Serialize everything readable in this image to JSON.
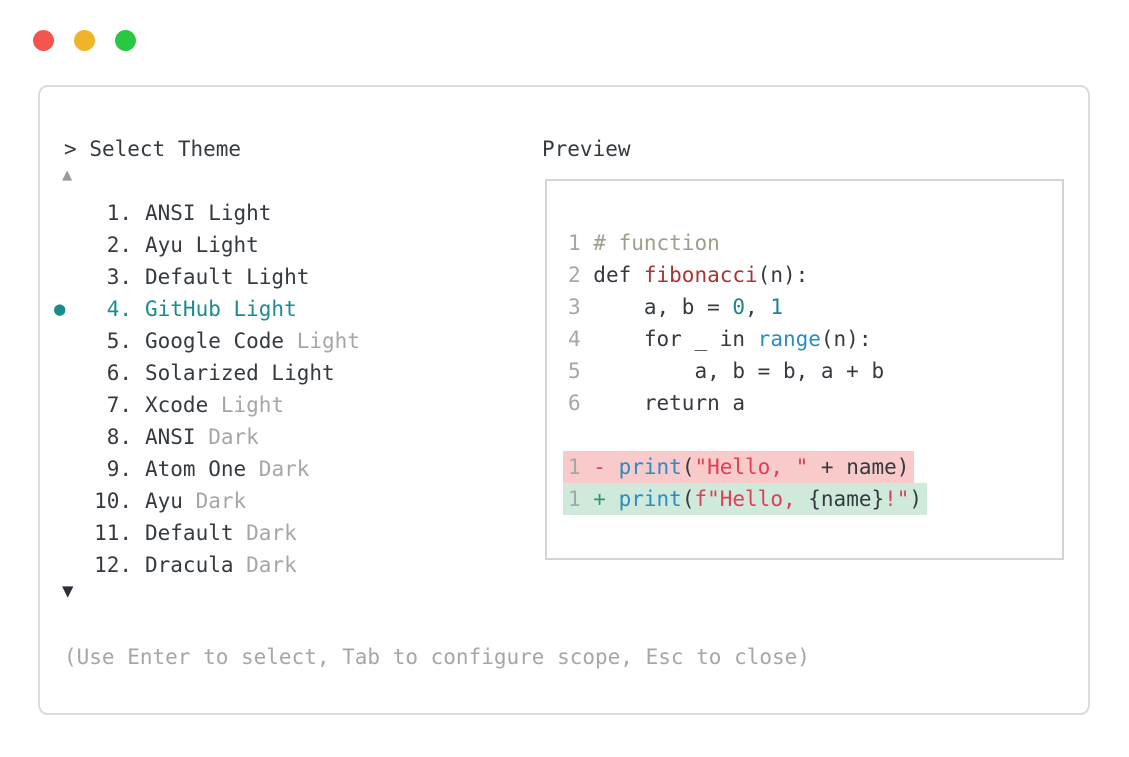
{
  "traffic_lights": {
    "close_color": "#f2564d",
    "minimize_color": "#f0b429",
    "zoom_color": "#28c840"
  },
  "prompt": {
    "symbol": ">",
    "title": "Select Theme"
  },
  "preview": {
    "label": "Preview"
  },
  "theme_list": {
    "scroll_up_icon": "▲",
    "scroll_down_icon": "▼",
    "selected_number": "4.",
    "bullet_icon": "●",
    "items": [
      {
        "number": "1.",
        "name": "ANSI Light",
        "dim": "",
        "selected": false
      },
      {
        "number": "2.",
        "name": "Ayu Light",
        "dim": "",
        "selected": false
      },
      {
        "number": "3.",
        "name": "Default Light",
        "dim": "",
        "selected": false
      },
      {
        "number": "4.",
        "name": "GitHub Light",
        "dim": "",
        "selected": true
      },
      {
        "number": "5.",
        "name": "Google Code",
        "dim": "Light",
        "selected": false
      },
      {
        "number": "6.",
        "name": "Solarized Light",
        "dim": "",
        "selected": false
      },
      {
        "number": "7.",
        "name": "Xcode",
        "dim": "Light",
        "selected": false
      },
      {
        "number": "8.",
        "name": "ANSI",
        "dim": "Dark",
        "selected": false
      },
      {
        "number": "9.",
        "name": "Atom One",
        "dim": "Dark",
        "selected": false
      },
      {
        "number": "10.",
        "name": "Ayu",
        "dim": "Dark",
        "selected": false
      },
      {
        "number": "11.",
        "name": "Default",
        "dim": "Dark",
        "selected": false
      },
      {
        "number": "12.",
        "name": "Dracula",
        "dim": "Dark",
        "selected": false
      }
    ]
  },
  "preview_code": {
    "lines": [
      {
        "no": "1",
        "segments": [
          {
            "t": "# function",
            "c": "comment"
          }
        ]
      },
      {
        "no": "2",
        "segments": [
          {
            "t": "def ",
            "c": "text"
          },
          {
            "t": "fibonacci",
            "c": "function"
          },
          {
            "t": "(n):",
            "c": "text"
          }
        ]
      },
      {
        "no": "3",
        "segments": [
          {
            "t": "    a, b = ",
            "c": "text"
          },
          {
            "t": "0",
            "c": "number"
          },
          {
            "t": ", ",
            "c": "text"
          },
          {
            "t": "1",
            "c": "number"
          }
        ]
      },
      {
        "no": "4",
        "segments": [
          {
            "t": "    for _ in ",
            "c": "text"
          },
          {
            "t": "range",
            "c": "builtin"
          },
          {
            "t": "(n):",
            "c": "text"
          }
        ]
      },
      {
        "no": "5",
        "segments": [
          {
            "t": "        a, b = b, a + b",
            "c": "text"
          }
        ]
      },
      {
        "no": "6",
        "segments": [
          {
            "t": "    return a",
            "c": "text"
          }
        ]
      },
      {
        "no": "",
        "blank": true,
        "segments": []
      },
      {
        "no": "1",
        "bg": "removed",
        "segments": [
          {
            "t": "- ",
            "c": "removed-sign"
          },
          {
            "t": "print",
            "c": "builtin"
          },
          {
            "t": "(",
            "c": "text"
          },
          {
            "t": "\"Hello, \"",
            "c": "string"
          },
          {
            "t": " + name)",
            "c": "text"
          }
        ]
      },
      {
        "no": "1",
        "bg": "added",
        "segments": [
          {
            "t": "+ ",
            "c": "added-sign"
          },
          {
            "t": "print",
            "c": "builtin"
          },
          {
            "t": "(",
            "c": "text"
          },
          {
            "t": "f\"Hello, ",
            "c": "string"
          },
          {
            "t": "{name}",
            "c": "text"
          },
          {
            "t": "!\"",
            "c": "string"
          },
          {
            "t": ")",
            "c": "text"
          }
        ]
      }
    ]
  },
  "footer": {
    "hint": "(Use Enter to select, Tab to configure scope, Esc to close)"
  },
  "colors": {
    "text": "#343a40",
    "muted": "#a6a6a6",
    "comment": "#9aa08c",
    "function": "#a93434",
    "number": "#17858c",
    "builtin": "#2a8bc5",
    "string": "#df3e55",
    "removed-sign": "#d64a55",
    "added-sign": "#2e9673",
    "removed-bg": "#f8caca",
    "added-bg": "#cfe9da",
    "accent": "#1a8b8f",
    "border": "#dcdcdc",
    "arrow-up": "#9a9a9a",
    "arrow-down": "#2b3137",
    "light-red": "#f2564d",
    "light-yellow": "#f0b429",
    "light-green": "#28c840"
  }
}
